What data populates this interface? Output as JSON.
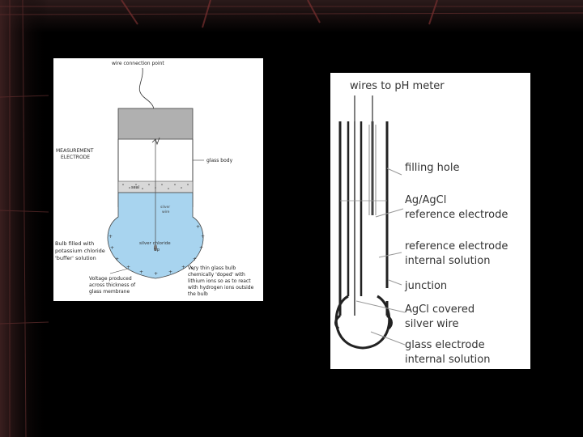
{
  "left_diagram": {
    "wire_connection_label": "wire connection point",
    "electrode_label_line1": "MEASUREMENT",
    "electrode_label_line2": "ELECTRODE",
    "glass_body_label": "glass body",
    "seal_label": "seal",
    "silver_wire_label_line1": "silver",
    "silver_wire_label_line2": "wire",
    "silver_chloride_label_line1": "silver chloride",
    "silver_chloride_label_line2": "tip",
    "bulb_label_line1": "Bulb filled with",
    "bulb_label_line2": "potassium chloride",
    "bulb_label_line3": "'buffer' solution",
    "voltage_label_line1": "Voltage produced",
    "voltage_label_line2": "across thickness of",
    "voltage_label_line3": "glass membrane",
    "thin_glass_label_line1": "Very thin glass bulb",
    "thin_glass_label_line2": "chemically 'doped' with",
    "thin_glass_label_line3": "lithium ions so as to react",
    "thin_glass_label_line4": "with hydrogen ions outside",
    "thin_glass_label_line5": "the bulb",
    "colors": {
      "solution": "#a8d4ef",
      "cap": "#b0b0b0",
      "seal": "#d8d8d8"
    }
  },
  "right_diagram": {
    "wires_label": "wires to pH meter",
    "filling_hole_label": "filling hole",
    "reference_electrode_line1": "Ag/AgCl",
    "reference_electrode_line2": "reference electrode",
    "internal_solution_line1": "reference electrode",
    "internal_solution_line2": "internal solution",
    "junction_label": "junction",
    "agcl_wire_line1": "AgCl covered",
    "agcl_wire_line2": "silver wire",
    "glass_internal_line1": "glass electrode",
    "glass_internal_line2": "internal solution"
  }
}
